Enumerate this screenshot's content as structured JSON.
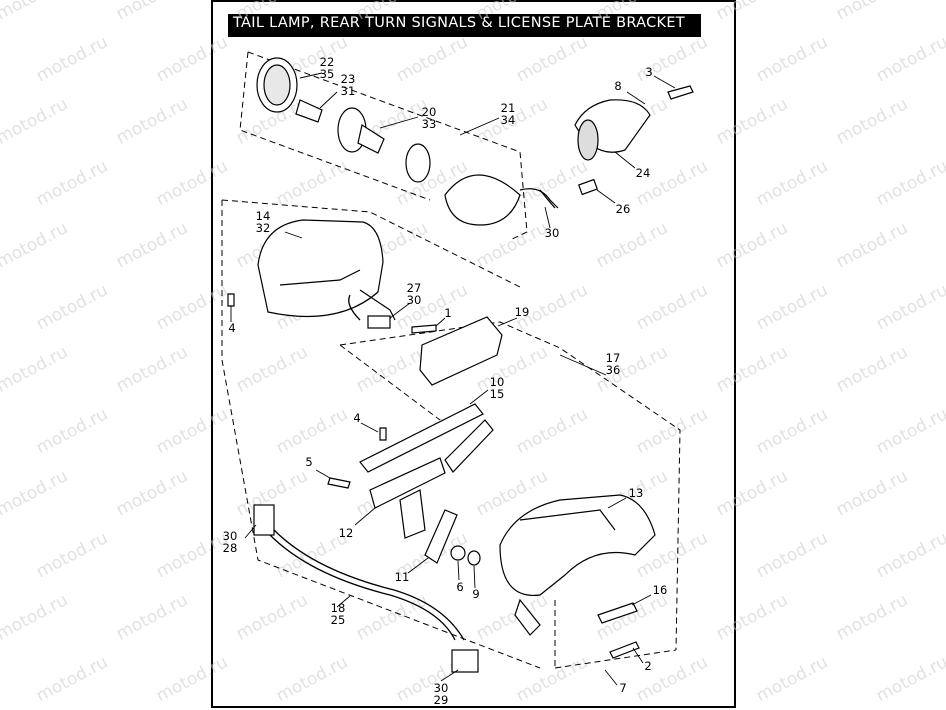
{
  "title": "TAIL LAMP, REAR TURN SIGNALS & LICENSE PLATE BRACKET",
  "watermark": "motod.ru",
  "callouts": [
    {
      "id": "c22",
      "lines": [
        "22",
        "35"
      ]
    },
    {
      "id": "c23",
      "lines": [
        "23",
        "31"
      ]
    },
    {
      "id": "c20",
      "lines": [
        "20",
        "33"
      ]
    },
    {
      "id": "c21",
      "lines": [
        "21",
        "34"
      ]
    },
    {
      "id": "c8",
      "lines": [
        "8"
      ]
    },
    {
      "id": "c3",
      "lines": [
        "3"
      ]
    },
    {
      "id": "c24",
      "lines": [
        "24"
      ]
    },
    {
      "id": "c26",
      "lines": [
        "26"
      ]
    },
    {
      "id": "c30a",
      "lines": [
        "30"
      ]
    },
    {
      "id": "c14",
      "lines": [
        "14",
        "32"
      ]
    },
    {
      "id": "c27",
      "lines": [
        "27",
        "30"
      ]
    },
    {
      "id": "c4a",
      "lines": [
        "4"
      ]
    },
    {
      "id": "c1",
      "lines": [
        "1"
      ]
    },
    {
      "id": "c19",
      "lines": [
        "19"
      ]
    },
    {
      "id": "c17",
      "lines": [
        "17",
        "36"
      ]
    },
    {
      "id": "c10",
      "lines": [
        "10",
        "15"
      ]
    },
    {
      "id": "c4b",
      "lines": [
        "4"
      ]
    },
    {
      "id": "c5",
      "lines": [
        "5"
      ]
    },
    {
      "id": "c13",
      "lines": [
        "13"
      ]
    },
    {
      "id": "c12",
      "lines": [
        "12"
      ]
    },
    {
      "id": "c30b",
      "lines": [
        "30",
        "28"
      ]
    },
    {
      "id": "c11",
      "lines": [
        "11"
      ]
    },
    {
      "id": "c6",
      "lines": [
        "6"
      ]
    },
    {
      "id": "c9",
      "lines": [
        "9"
      ]
    },
    {
      "id": "c16",
      "lines": [
        "16"
      ]
    },
    {
      "id": "c18",
      "lines": [
        "18",
        "25"
      ]
    },
    {
      "id": "c2",
      "lines": [
        "2"
      ]
    },
    {
      "id": "c7",
      "lines": [
        "7"
      ]
    },
    {
      "id": "c30c",
      "lines": [
        "30",
        "29"
      ]
    }
  ]
}
